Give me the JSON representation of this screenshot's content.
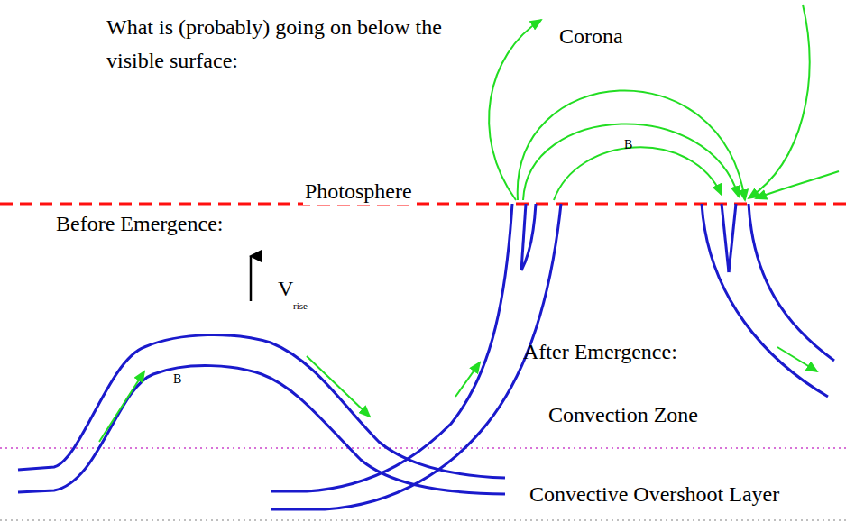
{
  "diagram": {
    "title": "What is (probably) going on below the visible surface:",
    "labels": [
      "Corona",
      "B",
      "Photosphere",
      "Before Emergence:",
      "V",
      "rise",
      "After Emergence:",
      "B",
      "Convection Zone",
      "Convective Overshoot Layer"
    ]
  }
}
